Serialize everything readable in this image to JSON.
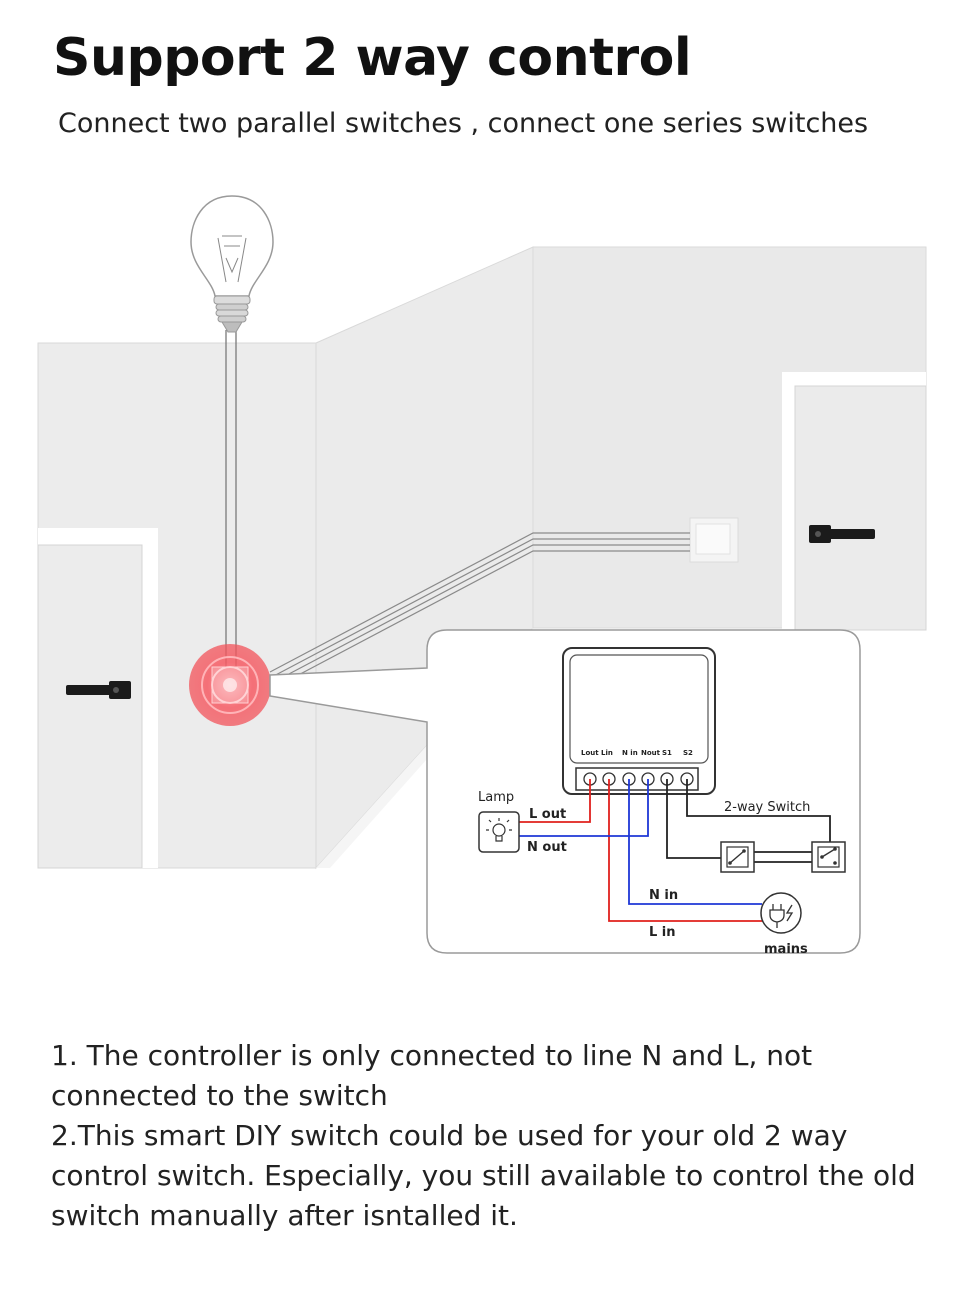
{
  "header": {
    "title": "Support 2 way control",
    "subtitle": "Connect two parallel switches , connect one series switches"
  },
  "diagram": {
    "terminal_labels": [
      "Lout",
      "Lin",
      "N in",
      "Nout",
      "S1",
      "S2"
    ],
    "lamp_label": "Lamp",
    "lout_label": "L out",
    "nout_label": "N out",
    "switch_label": "2-way Switch",
    "nin_label": "N in",
    "lin_label": "L in",
    "mains_label": "mains",
    "colors": {
      "live": "#e0201d",
      "neutral": "#1f37d6",
      "switch_wire": "#222222",
      "highlight": "#f2545b"
    }
  },
  "notes": {
    "line1": "1. The controller is only connected to line N and L, not connected to the switch",
    "line2": "2.This smart DIY switch could be used for your old 2 way control switch. Especially, you still available to control the old switch manually after isntalled it."
  }
}
